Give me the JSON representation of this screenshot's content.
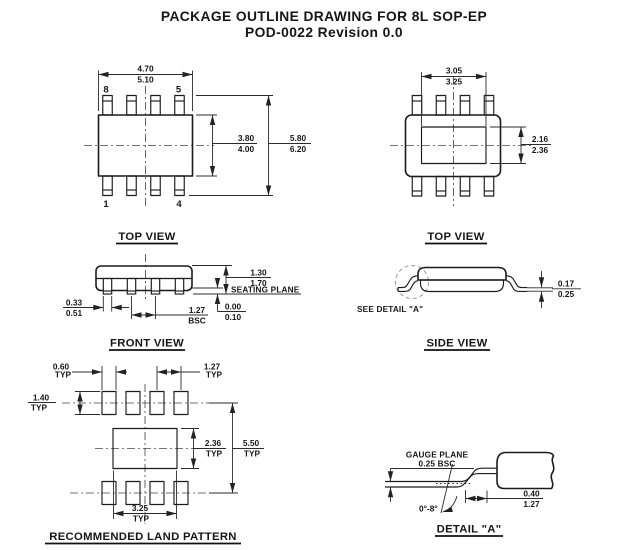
{
  "title": {
    "line1": "PACKAGE OUTLINE DRAWING FOR 8L SOP-EP",
    "line2": "POD-0022 Revision 0.0"
  },
  "colors": {
    "ink": "#1b1b1b",
    "background": "#ffffff"
  },
  "top_view_left": {
    "label": "TOP VIEW",
    "pin_numbers": {
      "top_left": "8",
      "top_right": "5",
      "bottom_left": "1",
      "bottom_right": "4"
    },
    "dim_body_width": {
      "upper": "4.70",
      "lower": "5.10"
    },
    "dim_body_length": {
      "upper": "3.80",
      "lower": "4.00"
    },
    "dim_overall_length": {
      "upper": "5.80",
      "lower": "6.20"
    }
  },
  "top_view_right": {
    "label": "TOP VIEW",
    "dim_pad_width": {
      "upper": "3.05",
      "lower": "3.25"
    },
    "dim_pad_length": {
      "upper": "2.16",
      "lower": "2.36"
    }
  },
  "front_view": {
    "label": "FRONT VIEW",
    "seating_plane_label": "SEATING PLANE",
    "dim_height": {
      "upper": "1.30",
      "lower": "1.70"
    },
    "dim_standoff": {
      "upper": "0.00",
      "lower": "0.10"
    },
    "dim_lead_width": {
      "upper": "0.33",
      "lower": "0.51"
    },
    "dim_pitch": {
      "upper": "1.27",
      "lower": "BSC"
    }
  },
  "side_view": {
    "label": "SIDE VIEW",
    "see_detail_label": "SEE DETAIL \"A\"",
    "dim_lead_thickness": {
      "upper": "0.17",
      "lower": "0.25"
    }
  },
  "land_pattern": {
    "label": "RECOMMENDED LAND PATTERN",
    "dim_pad_width": {
      "upper": "0.60",
      "lower": "TYP"
    },
    "dim_pitch": {
      "upper": "1.27",
      "lower": "TYP"
    },
    "dim_pad_length": {
      "upper": "1.40",
      "lower": "TYP"
    },
    "dim_center_pad_length": {
      "upper": "2.36",
      "lower": "TYP"
    },
    "dim_row_span": {
      "upper": "5.50",
      "lower": "TYP"
    },
    "dim_center_pad_width": {
      "upper": "3.25",
      "lower": "TYP"
    }
  },
  "detail_a": {
    "label": "DETAIL \"A\"",
    "gauge_plane_label": "GAUGE PLANE",
    "gauge_plane_offset": "0.25 BSC",
    "lead_angle": "0°-8°",
    "dim_foot_length": {
      "upper": "0.40",
      "lower": "1.27"
    }
  }
}
